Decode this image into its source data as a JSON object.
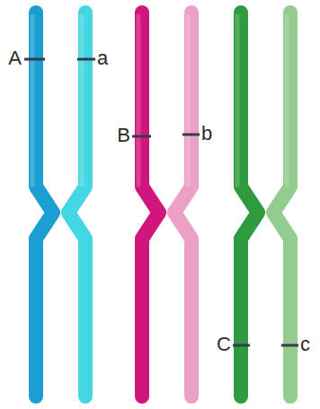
{
  "diagram": {
    "labels": [
      "A",
      "a",
      "B",
      "b",
      "C",
      "c"
    ]
  }
}
